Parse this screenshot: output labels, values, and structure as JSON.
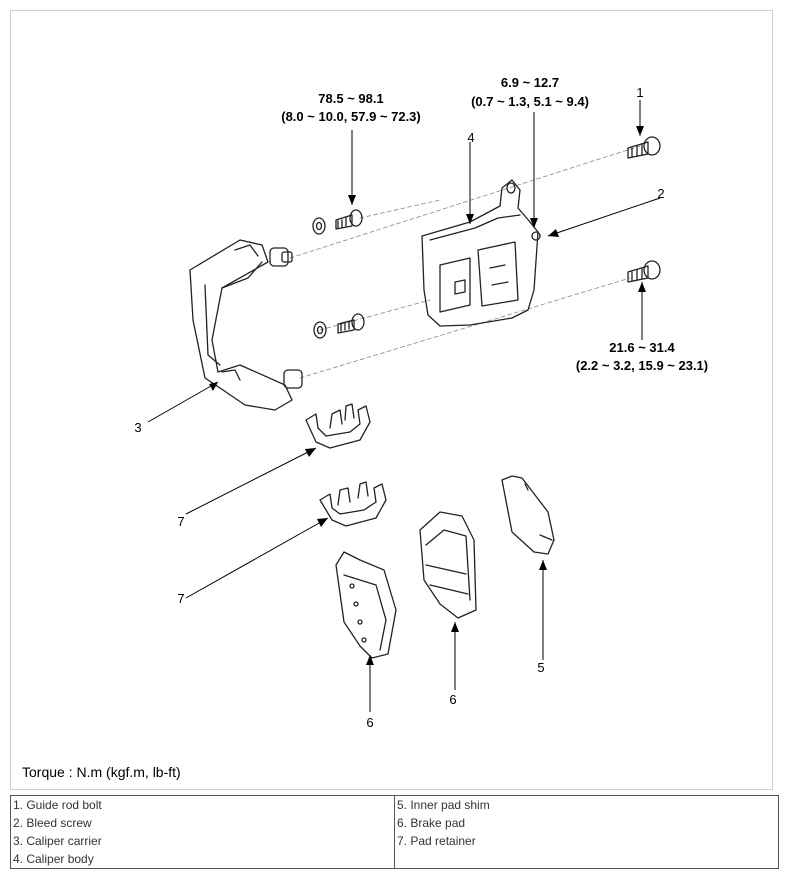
{
  "torque_specs": {
    "caliper_carrier_bolt": {
      "value": "78.5 ~ 98.1",
      "conversions": "(8.0 ~ 10.0, 57.9 ~ 72.3)"
    },
    "bleed_screw": {
      "value": "6.9 ~ 12.7",
      "conversions": "(0.7 ~ 1.3, 5.1 ~ 9.4)"
    },
    "guide_rod_bolt": {
      "value": "21.6 ~ 31.4",
      "conversions": "(2.2 ~ 3.2, 15.9 ~ 23.1)"
    }
  },
  "callouts": [
    "1",
    "2",
    "3",
    "4",
    "5",
    "6",
    "6",
    "7",
    "7"
  ],
  "caption": "Torque : N.m (kgf.m, lb-ft)",
  "legend": {
    "left": [
      "1. Guide rod bolt",
      "2. Bleed screw",
      "3. Caliper carrier",
      "4. Caliper body"
    ],
    "right": [
      "5. Inner pad shim",
      "6. Brake pad",
      "7. Pad retainer"
    ]
  }
}
